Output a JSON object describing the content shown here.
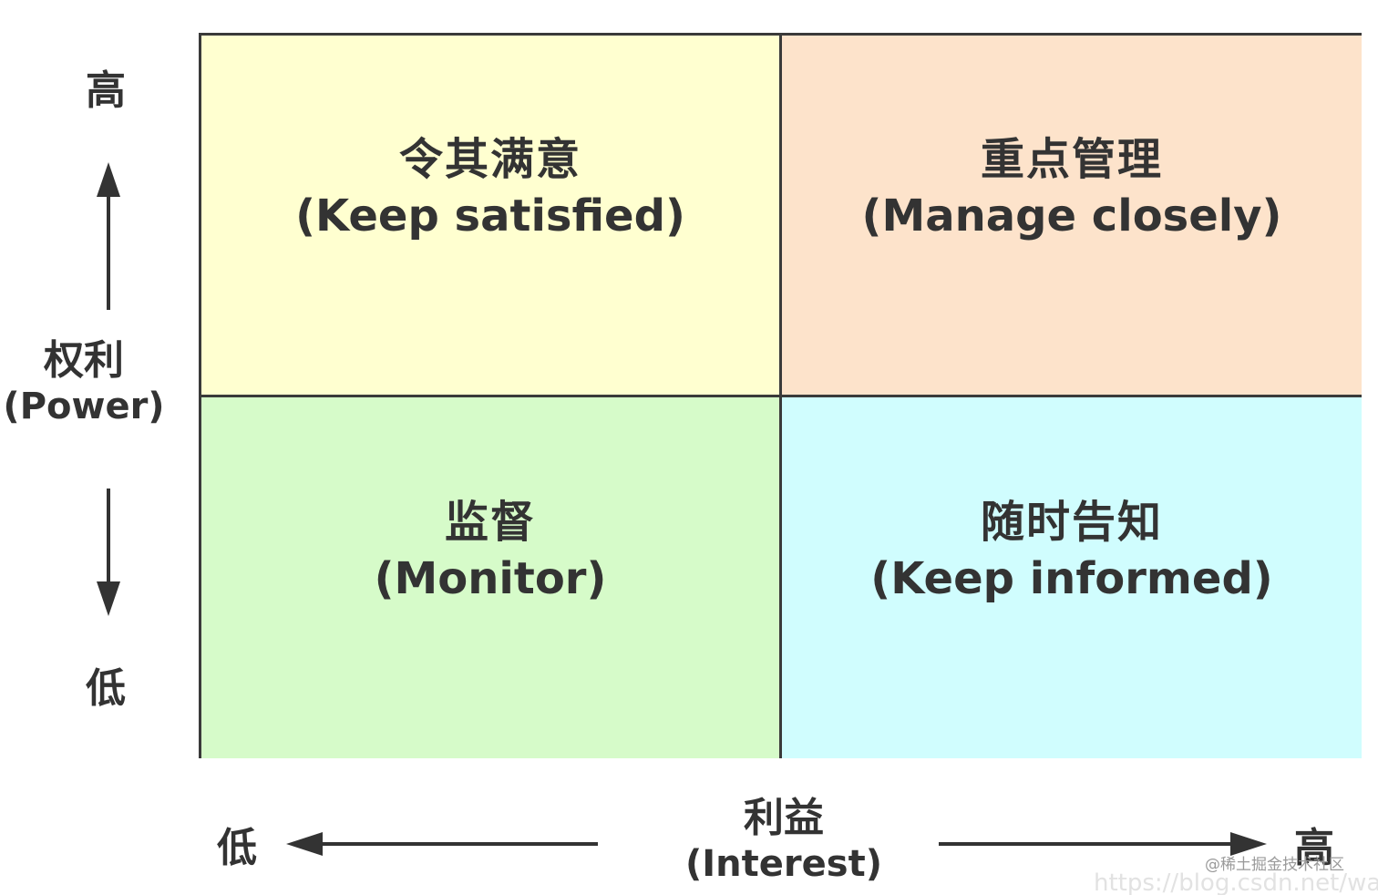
{
  "quadrants": {
    "top_left": {
      "cn": "令其满意",
      "en": "(Keep satisfied)",
      "color": "#ffffd0"
    },
    "top_right": {
      "cn": "重点管理",
      "en": "(Manage closely)",
      "color": "#fde3cb"
    },
    "bottom_left": {
      "cn": "监督",
      "en": "(Monitor)",
      "color": "#d6fbc9"
    },
    "bottom_right": {
      "cn": "随时告知",
      "en": "(Keep informed)",
      "color": "#d0fdfe"
    }
  },
  "y_axis": {
    "high": "高",
    "title_cn": "权利",
    "title_en": "(Power)",
    "low": "低"
  },
  "x_axis": {
    "low": "低",
    "title_cn": "利益",
    "title_en": "(Interest)",
    "high": "高"
  },
  "watermark": "@稀土掘金技术社区",
  "url": "https://blog.csdn.net/wa"
}
